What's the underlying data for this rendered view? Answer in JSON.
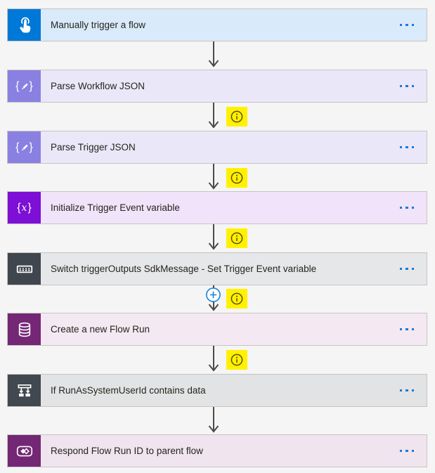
{
  "app": {
    "name": "Power Automate flow designer canvas"
  },
  "colors": {
    "page_bg": "#f6f5f5",
    "card_border": "#c6c5c4",
    "arrow": "#4c4a48",
    "ellipsis_dots": "#1e79d2",
    "plus_accent": "#1783d9",
    "info_highlight_bg": "#fff100",
    "info_glyph": "#5f4e10"
  },
  "icons": {
    "brace_open": "{",
    "brace_close": "}",
    "variable_x": "x"
  },
  "steps": [
    {
      "label": "Manually trigger a flow",
      "icon": "manual-trigger-touch-icon",
      "tile_color": "#0078d7",
      "card_color": "#d9eafa"
    },
    {
      "label": "Parse Workflow JSON",
      "icon": "parse-json-icon",
      "tile_color": "#8a80e2",
      "card_color": "#eae7f9"
    },
    {
      "label": "Parse Trigger JSON",
      "icon": "parse-json-icon",
      "tile_color": "#8a80e2",
      "card_color": "#eae7f9"
    },
    {
      "label": "Initialize Trigger Event variable",
      "icon": "initialize-variable-icon",
      "tile_color": "#7d0fd6",
      "card_color": "#f1e3f9"
    },
    {
      "label": "Switch triggerOutputs SdkMessage - Set Trigger Event variable",
      "icon": "switch-control-icon",
      "tile_color": "#3f464d",
      "card_color": "#e6e7e9"
    },
    {
      "label": "Create a new Flow Run",
      "icon": "dataverse-database-icon",
      "tile_color": "#742774",
      "card_color": "#f4e9f2"
    },
    {
      "label": "If RunAsSystemUserId contains data",
      "icon": "condition-icon",
      "tile_color": "#41484f",
      "card_color": "#e2e3e4"
    },
    {
      "label": "Respond Flow Run ID to parent flow",
      "icon": "respond-to-powerapp-icon",
      "tile_color": "#742774",
      "card_color": "#f0e4ee"
    }
  ],
  "connectors": [
    {
      "after_step": 0,
      "has_info_badge": false,
      "has_plus_badge": false
    },
    {
      "after_step": 1,
      "has_info_badge": true,
      "has_plus_badge": false
    },
    {
      "after_step": 2,
      "has_info_badge": true,
      "has_plus_badge": false
    },
    {
      "after_step": 3,
      "has_info_badge": true,
      "has_plus_badge": false
    },
    {
      "after_step": 4,
      "has_info_badge": true,
      "has_plus_badge": true
    },
    {
      "after_step": 5,
      "has_info_badge": true,
      "has_plus_badge": false
    },
    {
      "after_step": 6,
      "has_info_badge": false,
      "has_plus_badge": false
    }
  ]
}
